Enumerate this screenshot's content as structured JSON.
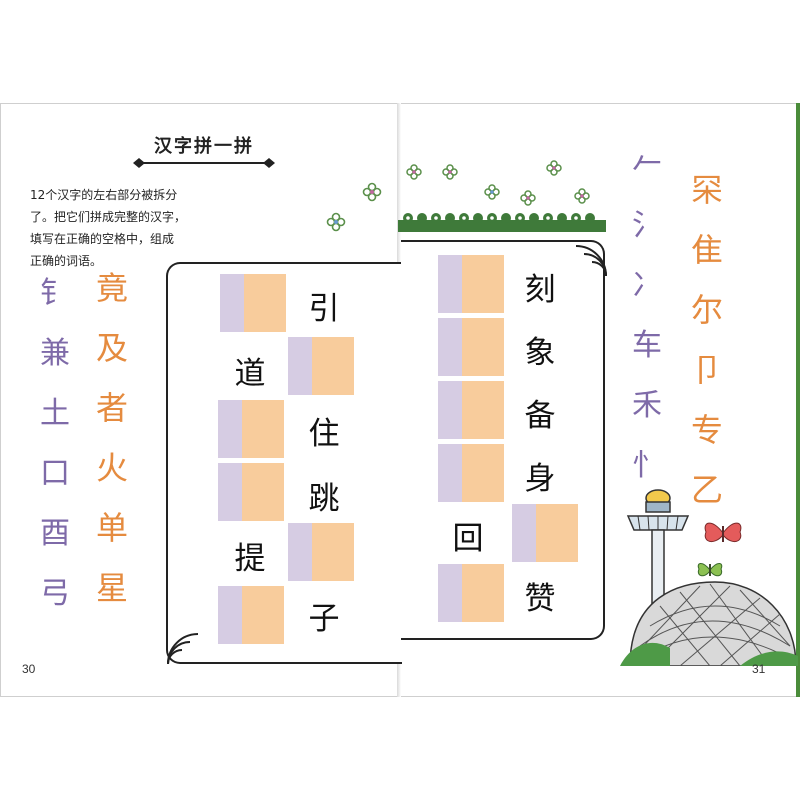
{
  "left_page": {
    "title": "汉字拼一拼",
    "instructions": [
      "12个汉字的左右部分被拆分",
      "了。把它们拼成完整的汉字，",
      "填写在正确的空格中，组成",
      "正确的词语。"
    ],
    "purple_parts": [
      "钅",
      "兼",
      "土",
      "口",
      "酉",
      "弓"
    ],
    "orange_parts": [
      "竟",
      "及",
      "者",
      "火",
      "单",
      "星"
    ],
    "frame_chars": [
      "引",
      "道",
      "住",
      "跳",
      "提",
      "子"
    ],
    "page_number": "30"
  },
  "right_page": {
    "frame_chars": [
      "刻",
      "象",
      "备",
      "身",
      "回",
      "赞"
    ],
    "purple_parts": [
      "𠂉",
      "氵",
      "冫",
      "车",
      "禾",
      "忄"
    ],
    "orange_parts": [
      "罙",
      "隹",
      "尔",
      "卩",
      "专",
      "乙"
    ],
    "page_number": "31"
  },
  "colors": {
    "purple_text": "#7e6aa8",
    "orange_text": "#e58b3f",
    "blank_left": "#d6cce3",
    "blank_right": "#f8cc9c"
  },
  "icons": [
    "flower-icon",
    "butterfly-icon",
    "control-tower-icon",
    "dome-icon"
  ]
}
